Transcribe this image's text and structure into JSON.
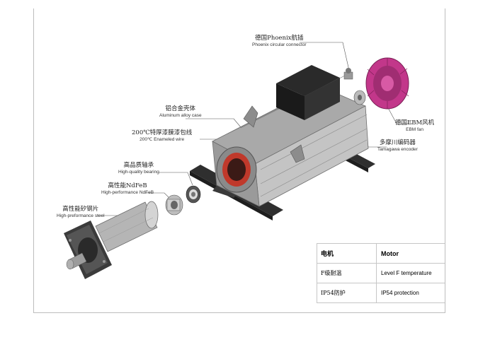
{
  "labels": {
    "phoenix": {
      "zh": "德国Phoenix航插",
      "en": "Phoenix circular connector"
    },
    "aluminum": {
      "zh": "铝合金壳体",
      "en": "Aluminum alloy case"
    },
    "enameled": {
      "zh": "200℃特厚漆膜漆包线",
      "en": "200℃ Enameled wire"
    },
    "bearing": {
      "zh": "高品质轴承",
      "en": "High-quality bearing"
    },
    "ndfeb": {
      "zh": "高性能NdFeB",
      "en": "High-performance NdFeB"
    },
    "steel": {
      "zh": "高性能矽钢片",
      "en": "High-preformance steel"
    },
    "fan": {
      "zh": "德国EBM风机",
      "en": "EBM fan"
    },
    "encoder": {
      "zh": "多摩川编码器",
      "en": "Tamagawa encoder"
    }
  },
  "spec_table": {
    "header": {
      "zh": "电机",
      "en": "Motor"
    },
    "rows": [
      {
        "zh": "F级耐温",
        "en": "Level F temperature"
      },
      {
        "zh": "IP54防护",
        "en": "IP54 protection"
      }
    ]
  },
  "colors": {
    "housing": "#b8b8b8",
    "housing_dark": "#7a7a7a",
    "winding": "#c0392b",
    "fan": "#c2378a",
    "base": "#2f2f2f"
  }
}
